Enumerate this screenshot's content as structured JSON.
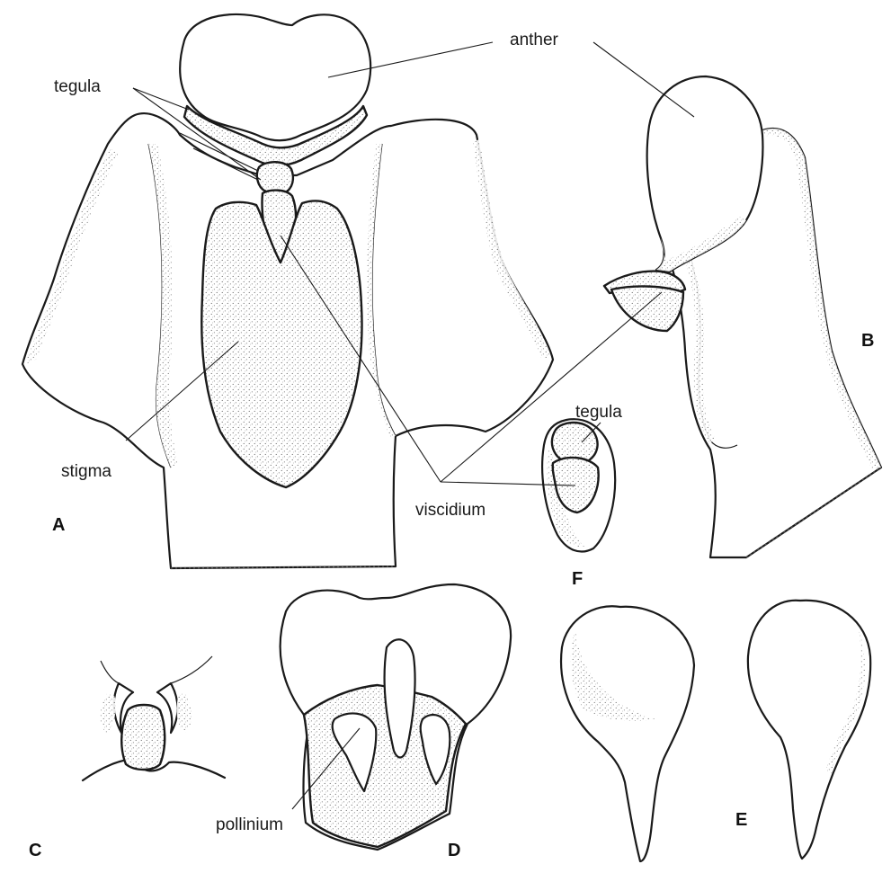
{
  "labels": {
    "anther": "anther",
    "tegula_a": "tegula",
    "tegula_f": "tegula",
    "stigma": "stigma",
    "viscidium": "viscidium",
    "pollinium": "pollinium"
  },
  "panels": {
    "a": "A",
    "b": "B",
    "c": "C",
    "d": "D",
    "e": "E",
    "f": "F"
  },
  "colors": {
    "line": "#1a1a1a",
    "background": "#ffffff"
  }
}
